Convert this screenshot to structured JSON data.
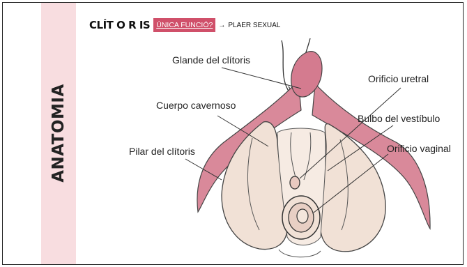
{
  "sidebar": {
    "label": "ANATOMIA"
  },
  "header": {
    "title": "CLÍT O R IS",
    "question_link": "ÚNICA FUNCIÓ?",
    "arrow": "→",
    "answer": "PLAER SEXUAL"
  },
  "diagram": {
    "labels": {
      "glande": "Glande del clítoris",
      "cuerpo": "Cuerpo cavernoso",
      "pilar": "Pilar del clítoris",
      "orificio_uretral": "Orificio uretral",
      "bulbo": "Bulbo del vestíbulo",
      "orificio_vaginal": "Orificio vaginal"
    }
  },
  "colors": {
    "sidebar": "#f8dde0",
    "accent": "#d0506a",
    "tissue_pink": "#d9899a",
    "bulb": "#f1e1d6"
  }
}
